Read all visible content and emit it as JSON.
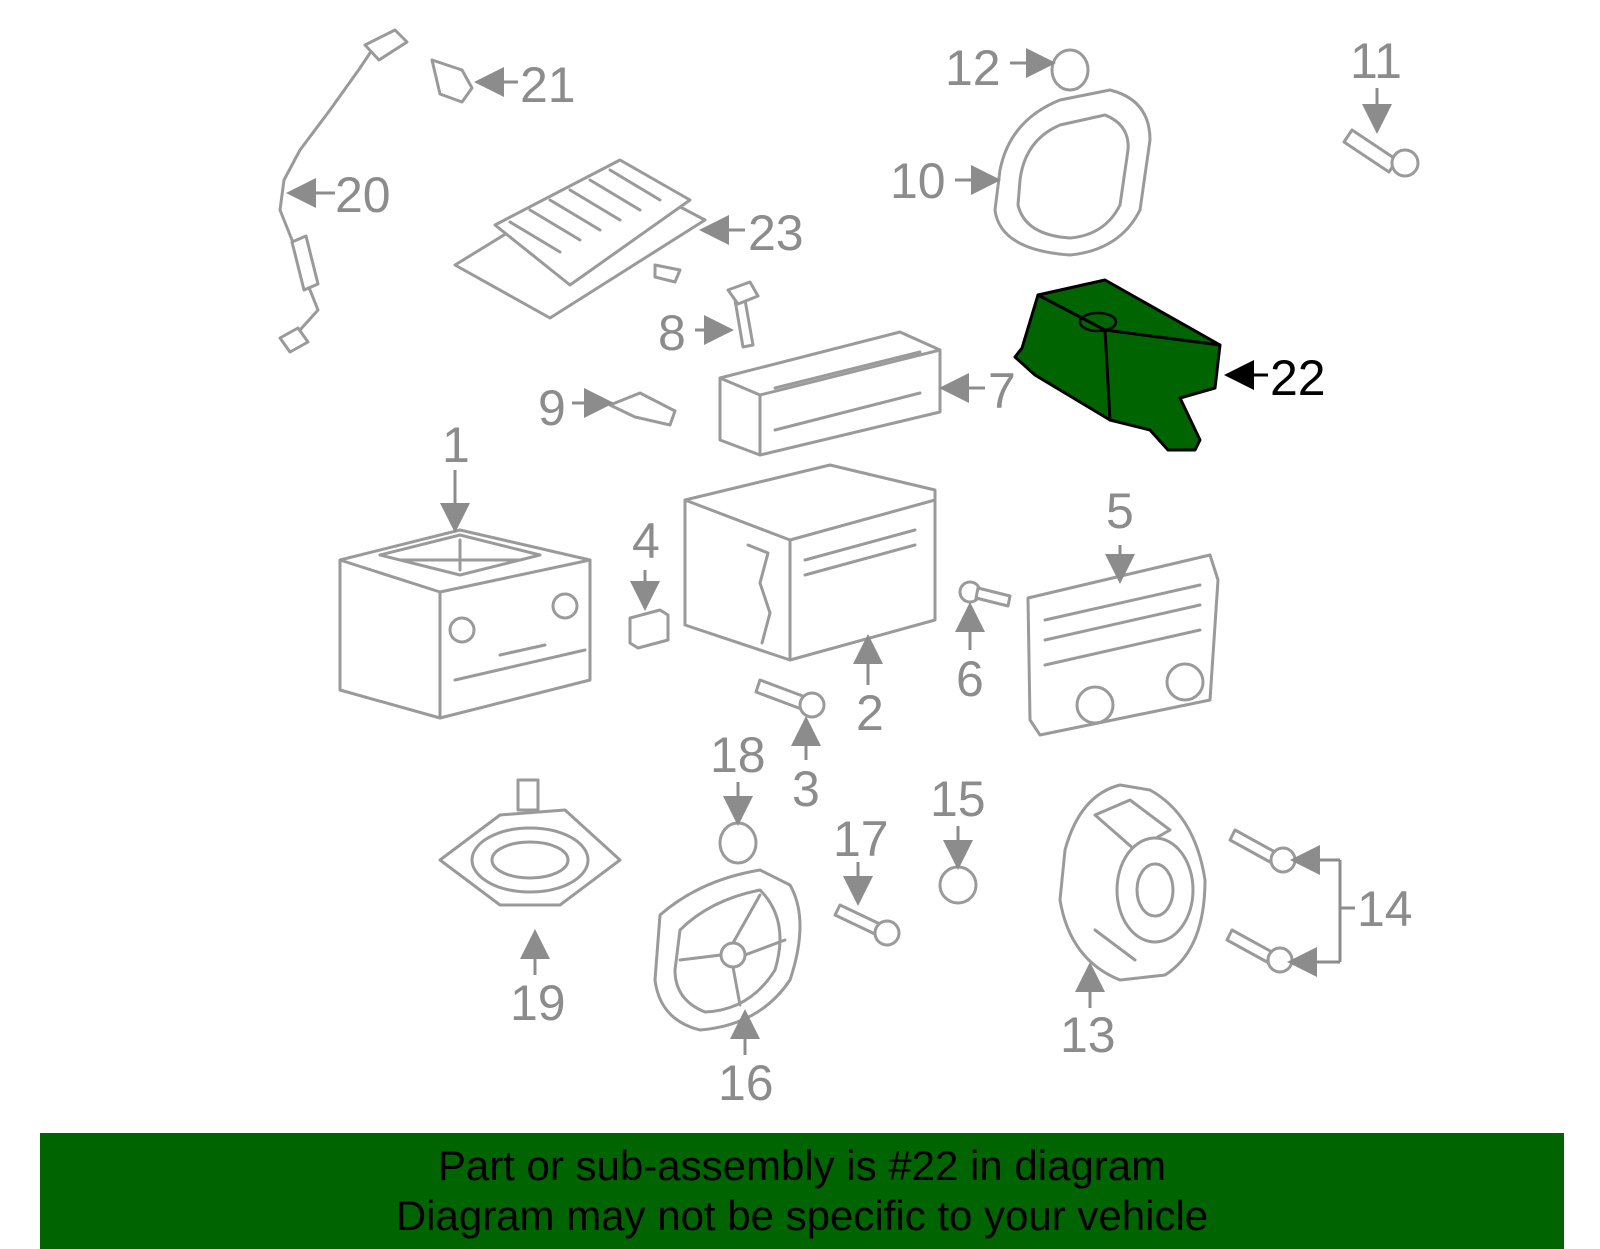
{
  "diagram": {
    "callouts": [
      "1",
      "2",
      "3",
      "4",
      "5",
      "6",
      "7",
      "8",
      "9",
      "10",
      "11",
      "12",
      "13",
      "14",
      "15",
      "16",
      "17",
      "18",
      "19",
      "20",
      "21",
      "22",
      "23"
    ],
    "highlighted_part": "22",
    "highlight_color": "#006400",
    "line_color": "#9a9a9a"
  },
  "banner": {
    "line1": "Part or sub-assembly is #22 in diagram",
    "line2": "Diagram may not be specific to your vehicle",
    "background": "#006400"
  }
}
